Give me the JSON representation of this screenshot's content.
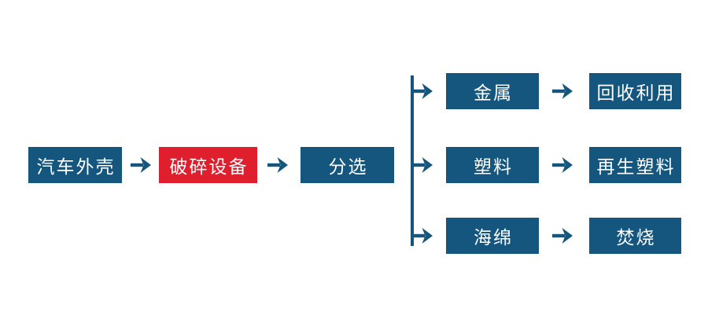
{
  "colors": {
    "node_blue": "#15567F",
    "node_red": "#DF1E2E",
    "connector": "#15567F",
    "node_text": "#FFFFFF",
    "background": "#FFFFFF"
  },
  "flowchart": {
    "main_nodes": [
      {
        "label": "汽车外壳",
        "variant": "blue"
      },
      {
        "label": "破碎设备",
        "variant": "red"
      },
      {
        "label": "分选",
        "variant": "blue"
      }
    ],
    "branches": [
      {
        "material": "金属",
        "result": "回收利用"
      },
      {
        "material": "塑料",
        "result": "再生塑料"
      },
      {
        "material": "海绵",
        "result": "焚烧"
      }
    ],
    "icons": {
      "arrow_glyph": "→"
    }
  }
}
